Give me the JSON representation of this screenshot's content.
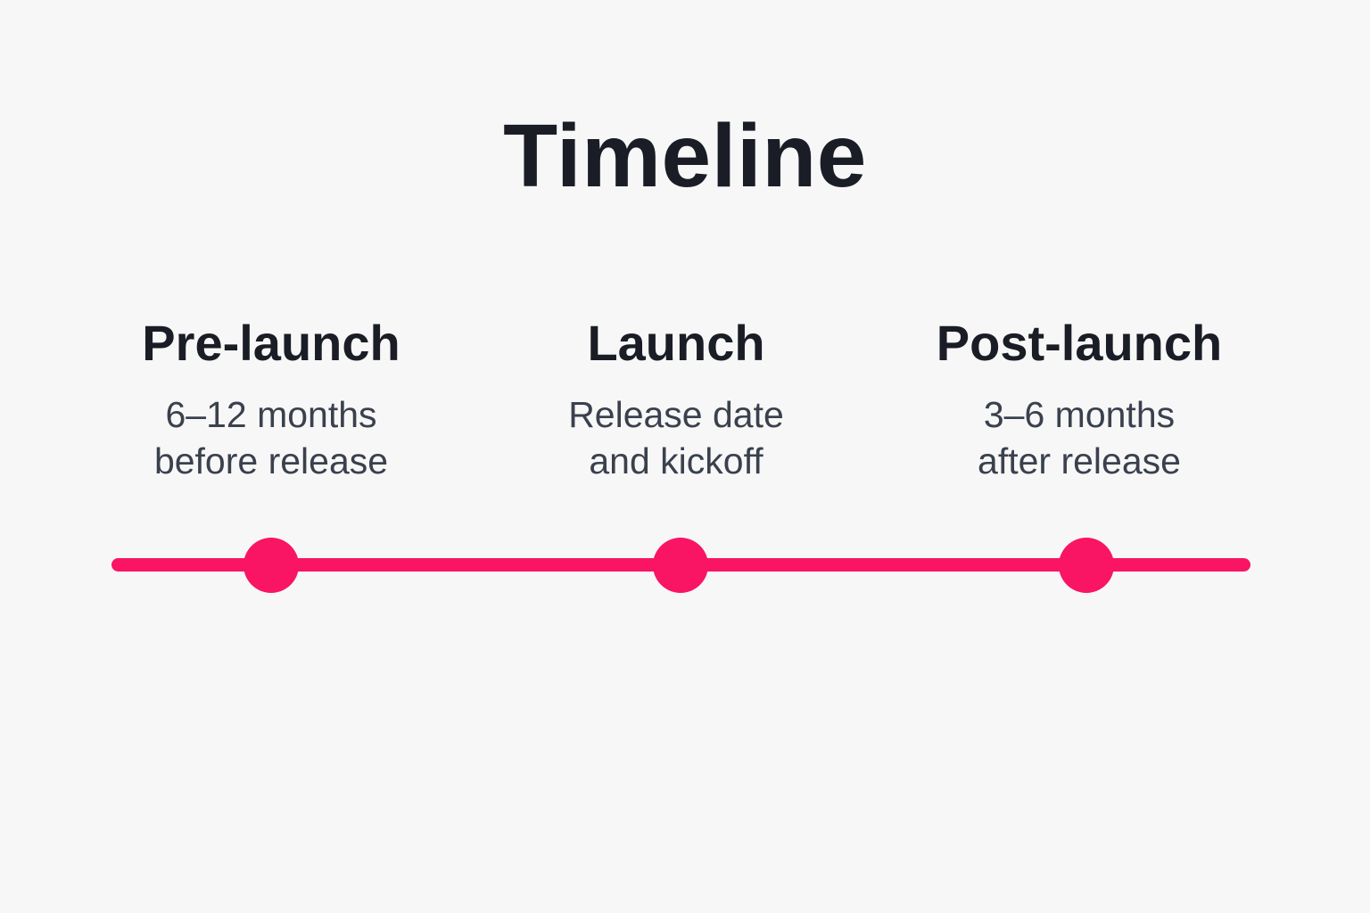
{
  "title": "Timeline",
  "theme": {
    "accent": "#f91464",
    "background": "#f7f7f8",
    "heading_color": "#1a1d25",
    "subtext_color": "#3a414d"
  },
  "milestones": [
    {
      "label": "Pre-launch",
      "description_line1": "6–12 months",
      "description_line2": "before release"
    },
    {
      "label": "Launch",
      "description_line1": "Release date",
      "description_line2": "and kickoff"
    },
    {
      "label": "Post-launch",
      "description_line1": "3–6 months",
      "description_line2": "after release"
    }
  ]
}
